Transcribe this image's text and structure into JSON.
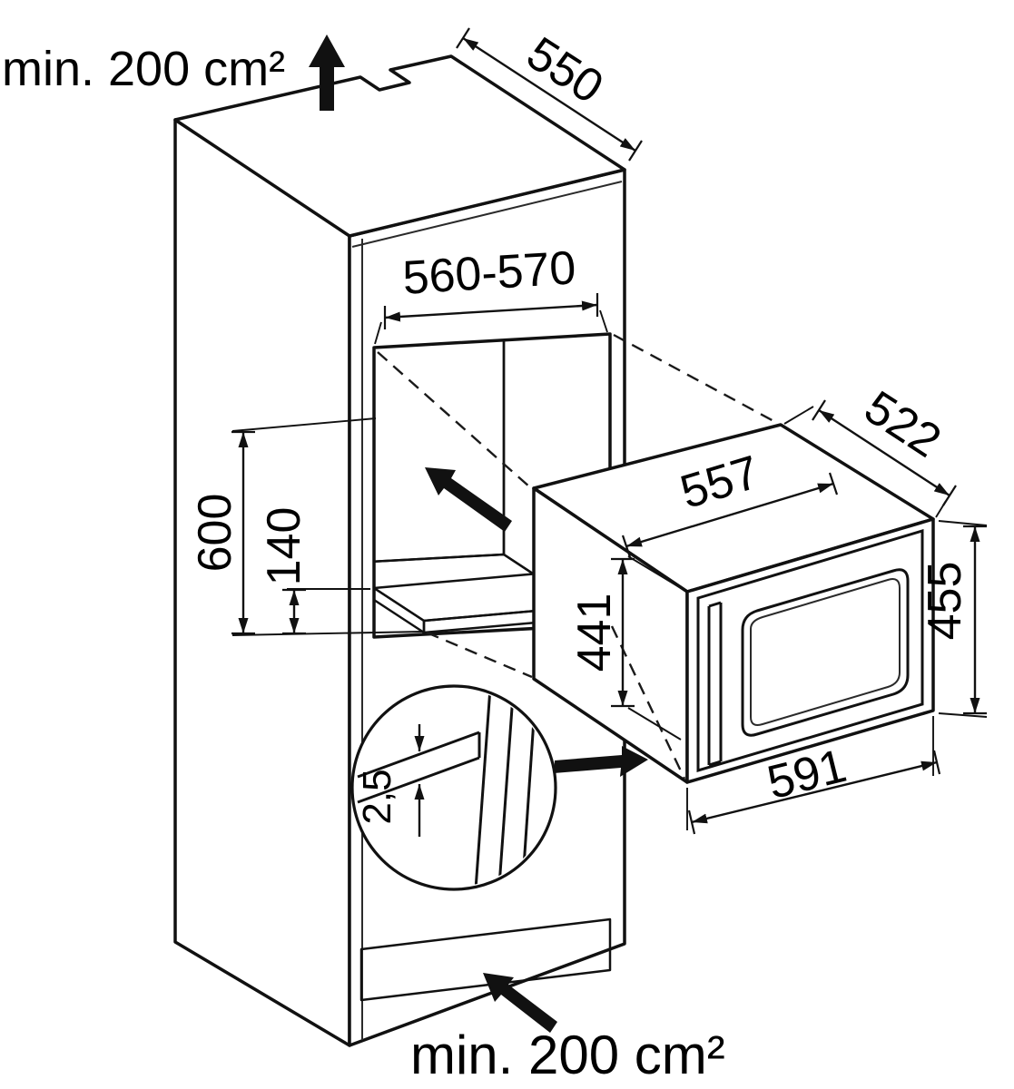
{
  "title": "Built-in appliance niche installation drawing",
  "vent_labels": {
    "top": "min. 200 cm²",
    "bottom": "min. 200 cm²"
  },
  "dimensions": {
    "cabinet_depth": "550",
    "niche_width": "560-570",
    "niche_height": "600",
    "base_vent_height": "140",
    "appliance_width": "557",
    "appliance_depth": "522",
    "appliance_height": "441",
    "front_frame_height": "455",
    "front_frame_width": "591",
    "shelf_gap": "2,5"
  },
  "colors": {
    "line": "#111111",
    "background": "#ffffff",
    "niche_back_wall": "#f6f6f6",
    "niche_side_wall": "#e4e4e4",
    "niche_floor": "#d2d2d2",
    "shelf_top": "#e8e8e8",
    "shelf_front": "#cfcfcf",
    "vent_strip": "#c9c9c9",
    "arrow": "#111111"
  }
}
